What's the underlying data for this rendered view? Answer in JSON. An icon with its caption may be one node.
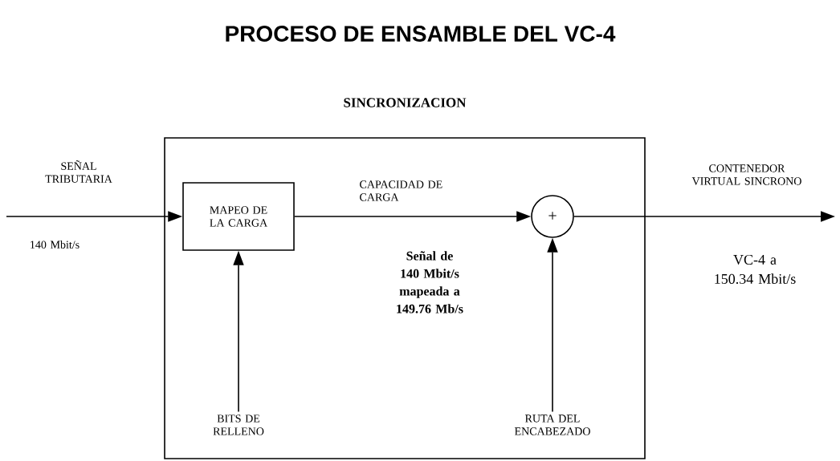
{
  "diagram": {
    "title": "PROCESO DE ENSAMBLE DEL VC-4",
    "nodes": [
      {
        "text": [
          "SINCRONIZACION"
        ]
      },
      {
        "text": [
          "MAPEO DE LA CARGA"
        ],
        "in": 0
      },
      {
        "text": [
          "+"
        ],
        "in": 0
      },
      {
        "text": [
          "BITS DE RELLENO"
        ],
        "in": 0
      },
      {
        "text": [
          "RUTA DEL ENCABEZADO"
        ],
        "in": 0
      }
    ],
    "edges": [
      {
        "from": null,
        "to": 1,
        "arrow": "to",
        "label": "SEÑAL TRIBUTARIA"
      },
      {
        "from": 1,
        "to": 2,
        "arrow": "to",
        "label": "CAPACIDAD DE CARGA"
      },
      {
        "from": 2,
        "to": null,
        "arrow": "to",
        "label": "CONTENEDOR VIRTUAL SINCRONO"
      },
      {
        "from": 3,
        "to": 1,
        "arrow": "to"
      },
      {
        "from": 4,
        "to": 2,
        "arrow": "to"
      }
    ],
    "labels": [
      "140 Mbit/s",
      "Señal de 140 Mbit/s mapeada a 149.76 Mb/s",
      "VC-4 a 150.34 Mbit/s"
    ]
  }
}
